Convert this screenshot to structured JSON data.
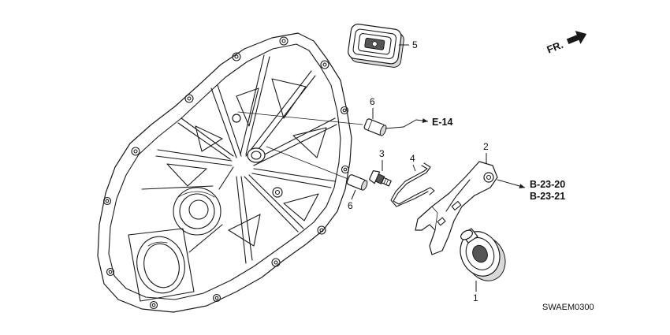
{
  "diagram": {
    "direction_label": "FR.",
    "diagram_code": "SWAEM0300",
    "callouts": {
      "part_1": "1",
      "part_2": "2",
      "part_3": "3",
      "part_4": "4",
      "part_5": "5",
      "part_6_upper": "6",
      "part_6_lower": "6"
    },
    "references": {
      "upper_ref": "E-14",
      "fork_ref_a": "B-23-20",
      "fork_ref_b": "B-23-21"
    }
  }
}
